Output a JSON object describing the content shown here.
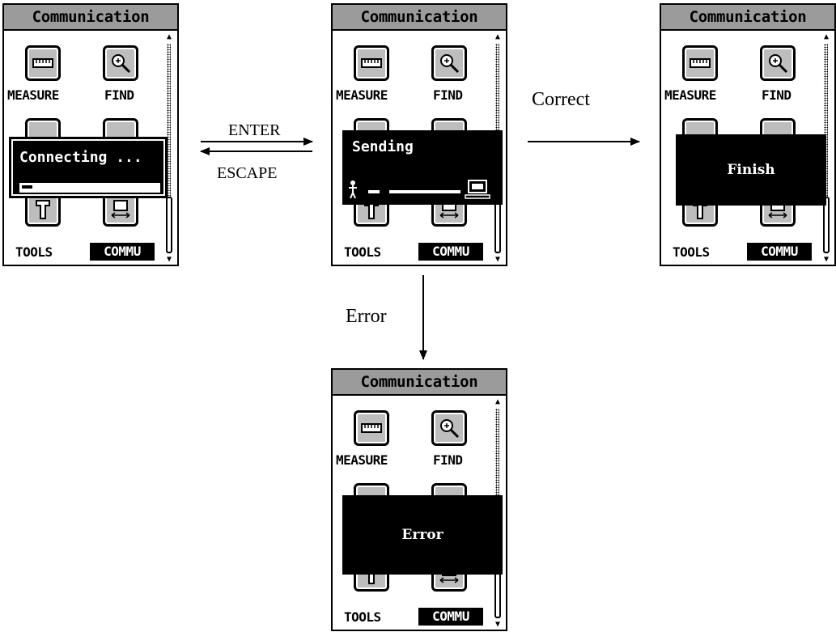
{
  "screen_common": {
    "title": "Communication",
    "labels": {
      "measure": "MEASURE",
      "find": "FIND",
      "tools": "TOOLS",
      "commu": "COMMU"
    }
  },
  "popups": {
    "connecting": "Connecting ...",
    "sending": "Sending",
    "finish": "Finish",
    "error": "Error",
    "connecting_progress": 0.08
  },
  "transitions": {
    "enter": "ENTER",
    "escape": "ESCAPE",
    "correct": "Correct",
    "error": "Error"
  },
  "icons": [
    "ruler-icon",
    "magnifier-icon",
    "tools-icon",
    "transfer-icon",
    "person-icon",
    "computer-icon"
  ]
}
